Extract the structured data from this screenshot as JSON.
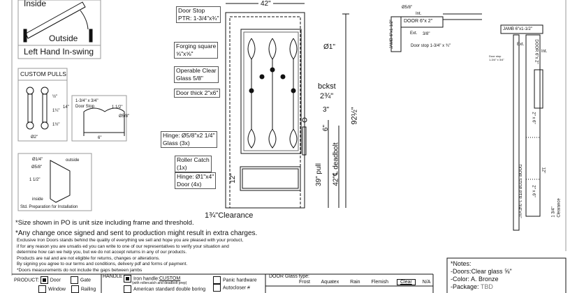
{
  "swing": {
    "inside": "Inside",
    "outside": "Outside",
    "caption": "Left Hand In-swing"
  },
  "pulls": {
    "title": "CUSTOM PULLS",
    "d1": "½\"",
    "d2": "1¼\"",
    "d3": "1½\"",
    "d4": "14\"",
    "dia": "Ø2\""
  },
  "stop_detail": {
    "label": "1-3/4\" x 3/4\"\nDoor Stop",
    "d1": "1 1/2\"",
    "d2": "Ø5/8\"",
    "d3": "6\""
  },
  "prep": {
    "d1": "Ø1/4\"",
    "d2": "Ø5/8\"",
    "d3": "1 1/2\"",
    "outside": "outside",
    "inside": "inside",
    "caption": "Std. Preparation for Installation"
  },
  "door": {
    "width": "42\"",
    "height": "92½\"",
    "door_stop": "Door Stop\nPTR: 1-3/4\"x¾\"",
    "forging": "Forging square\n⅝\"x⅝\"",
    "glass": "Operable Clear\nGlass 5/8\"",
    "thick": "Door thick 2\"x6\"",
    "hinge_glass": "Hinge: Ø5/8\"x2 1/4\"\nGlass (3x)",
    "roller": "Roller Catch\n(1x)",
    "hinge_door": "Hinge: Ø1\"x4\"\nDoor (4x)",
    "dia": "Ø1\"",
    "bckst": "bckst",
    "bckst_val": "2¾\"",
    "d3": "3\"",
    "d6": "6\"",
    "pull": "39\" pull",
    "deadbolt": "42\"℄ deadbolt",
    "panel": "12\"",
    "clearance": "1¾\"Clearance"
  },
  "section_top": {
    "door": "DOOR 6\"x 2\"",
    "jamb": "JAMB 6\"x1-1/2\"",
    "int": "Int.",
    "ext": "Ext.",
    "stop": "Door stop 1-3/4\" x ¾\"",
    "dia": "Ø5/8\"",
    "d": "3/8\""
  },
  "section_side": {
    "jamb": "JAMB 6\"x1-1/2\"",
    "door": "DOOR 6\"x 2\"",
    "int": "Int.",
    "ext": "Ext.",
    "stop": "Door stop\n1-3/4\" x 3/4\"",
    "a": "2\" x 6\"",
    "b": "2\" x 6\"",
    "panel": "12\"",
    "ptr": "DOOR STOP PTR 1-3/4\"x¾\"",
    "clear": "1 3/4\"\nClearance"
  },
  "notes_text": {
    "size": "*Size shown in PO is unit size including frame and threshold.",
    "change": "*Any change once signed and sent to production might result in extra charges.",
    "fine": [
      "Exclusive Iron Doors stands behind the quality of everything we sell and hope you are pleased with your product,",
      "if for any reason you are unsatis    ed you can write to one of our representatives to verify your situation and",
      "determine how can we help you, but we do not accept returns in any of our products.",
      "Products are     nal and are not eligible for returns, changes or alterations.",
      "By signing you agree to our terms and conditions, delivery pdf and forms of payment.",
      "*Doors measurements do not include the gaps between jambs"
    ]
  },
  "form": {
    "product_label": "PRODUCT:",
    "door": "Door",
    "gate": "Gate",
    "window": "Window",
    "railing": "Railing",
    "handle_label": "HANDLE",
    "iron_handle": "Iron handle:",
    "iron_handle_value": "CUSTOM",
    "iron_handle_note": "(with rollercatch and deadbolt prep)",
    "american": "American standard double boring",
    "panic": "Panic hardware",
    "autocloser": "Autocloser #",
    "glass_label": "DOOR Glass type:",
    "glass_options": [
      "Frost",
      "Aquatex",
      "Rain",
      "Flemish",
      "Clear",
      "N/A"
    ]
  },
  "notes": {
    "title": "*Notes:",
    "doors": "-Doors:Clear glass ⅝\"",
    "color": "-Color: A. Bronze",
    "package_label": "-Package: ",
    "package_value": "TBD"
  }
}
